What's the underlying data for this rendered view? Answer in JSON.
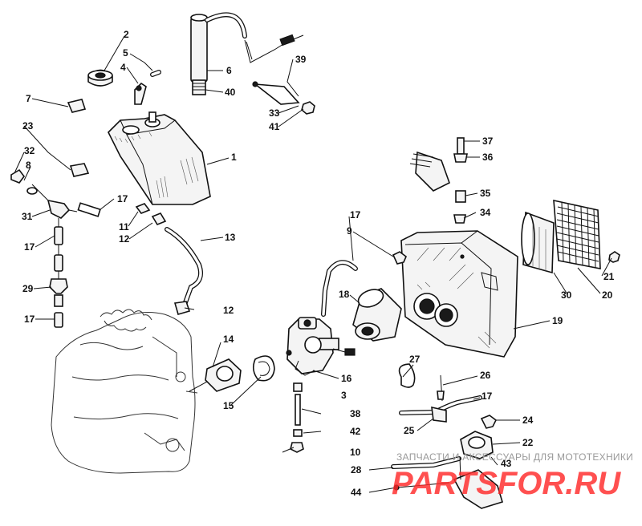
{
  "callouts": [
    {
      "id": "c1",
      "text": "1"
    },
    {
      "id": "c2",
      "text": "2"
    },
    {
      "id": "c3",
      "text": "3"
    },
    {
      "id": "c4",
      "text": "4"
    },
    {
      "id": "c5",
      "text": "5"
    },
    {
      "id": "c6",
      "text": "6"
    },
    {
      "id": "c7",
      "text": "7"
    },
    {
      "id": "c8",
      "text": "8"
    },
    {
      "id": "c9",
      "text": "9"
    },
    {
      "id": "c10",
      "text": "10"
    },
    {
      "id": "c11",
      "text": "11"
    },
    {
      "id": "c12a",
      "text": "12"
    },
    {
      "id": "c12b",
      "text": "12"
    },
    {
      "id": "c13",
      "text": "13"
    },
    {
      "id": "c14",
      "text": "14"
    },
    {
      "id": "c15",
      "text": "15"
    },
    {
      "id": "c16",
      "text": "16"
    },
    {
      "id": "c17a",
      "text": "17"
    },
    {
      "id": "c17b",
      "text": "17"
    },
    {
      "id": "c17c",
      "text": "17"
    },
    {
      "id": "c17d",
      "text": "17"
    },
    {
      "id": "c17e",
      "text": "17"
    },
    {
      "id": "c18",
      "text": "18"
    },
    {
      "id": "c19",
      "text": "19"
    },
    {
      "id": "c20",
      "text": "20"
    },
    {
      "id": "c21",
      "text": "21"
    },
    {
      "id": "c22",
      "text": "22"
    },
    {
      "id": "c23",
      "text": "23"
    },
    {
      "id": "c24",
      "text": "24"
    },
    {
      "id": "c25",
      "text": "25"
    },
    {
      "id": "c26",
      "text": "26"
    },
    {
      "id": "c27",
      "text": "27"
    },
    {
      "id": "c28",
      "text": "28"
    },
    {
      "id": "c29",
      "text": "29"
    },
    {
      "id": "c30",
      "text": "30"
    },
    {
      "id": "c31",
      "text": "31"
    },
    {
      "id": "c32",
      "text": "32"
    },
    {
      "id": "c33",
      "text": "33"
    },
    {
      "id": "c34",
      "text": "34"
    },
    {
      "id": "c35",
      "text": "35"
    },
    {
      "id": "c36",
      "text": "36"
    },
    {
      "id": "c37",
      "text": "37"
    },
    {
      "id": "c38",
      "text": "38"
    },
    {
      "id": "c39",
      "text": "39"
    },
    {
      "id": "c40",
      "text": "40"
    },
    {
      "id": "c41",
      "text": "41"
    },
    {
      "id": "c42",
      "text": "42"
    },
    {
      "id": "c43",
      "text": "43"
    },
    {
      "id": "c44",
      "text": "44"
    }
  ],
  "watermark": {
    "tagline": "ЗАПЧАСТИ И АКСЕССУАРЫ ДЛЯ МОТОТЕХНИКИ",
    "brand": "PARTSFOR.RU"
  },
  "colors": {
    "line": "#111111",
    "watermark_red": "#ff2a2a",
    "watermark_grey": "#9a9a9a"
  }
}
